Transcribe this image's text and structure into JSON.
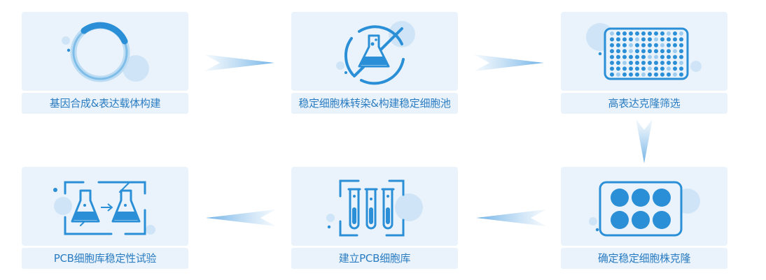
{
  "colors": {
    "card_bg": "#eaf3fb",
    "primary_blue": "#2a8fd6",
    "light_blue": "#cfe5f7",
    "label_text": "#2a7cc2"
  },
  "steps": [
    {
      "label": "基因合成&表达载体构建",
      "icon": "plasmid-ring-icon"
    },
    {
      "label": "稳定细胞株转染&构建稳定细胞池",
      "icon": "flask-cycle-icon"
    },
    {
      "label": "高表达克隆筛选",
      "icon": "well-plate-96-icon"
    },
    {
      "label": "确定稳定细胞株克隆",
      "icon": "well-plate-6-icon"
    },
    {
      "label": "建立PCB细胞库",
      "icon": "test-tubes-icon"
    },
    {
      "label": "PCB细胞库稳定性试验",
      "icon": "flask-transfer-icon"
    }
  ]
}
